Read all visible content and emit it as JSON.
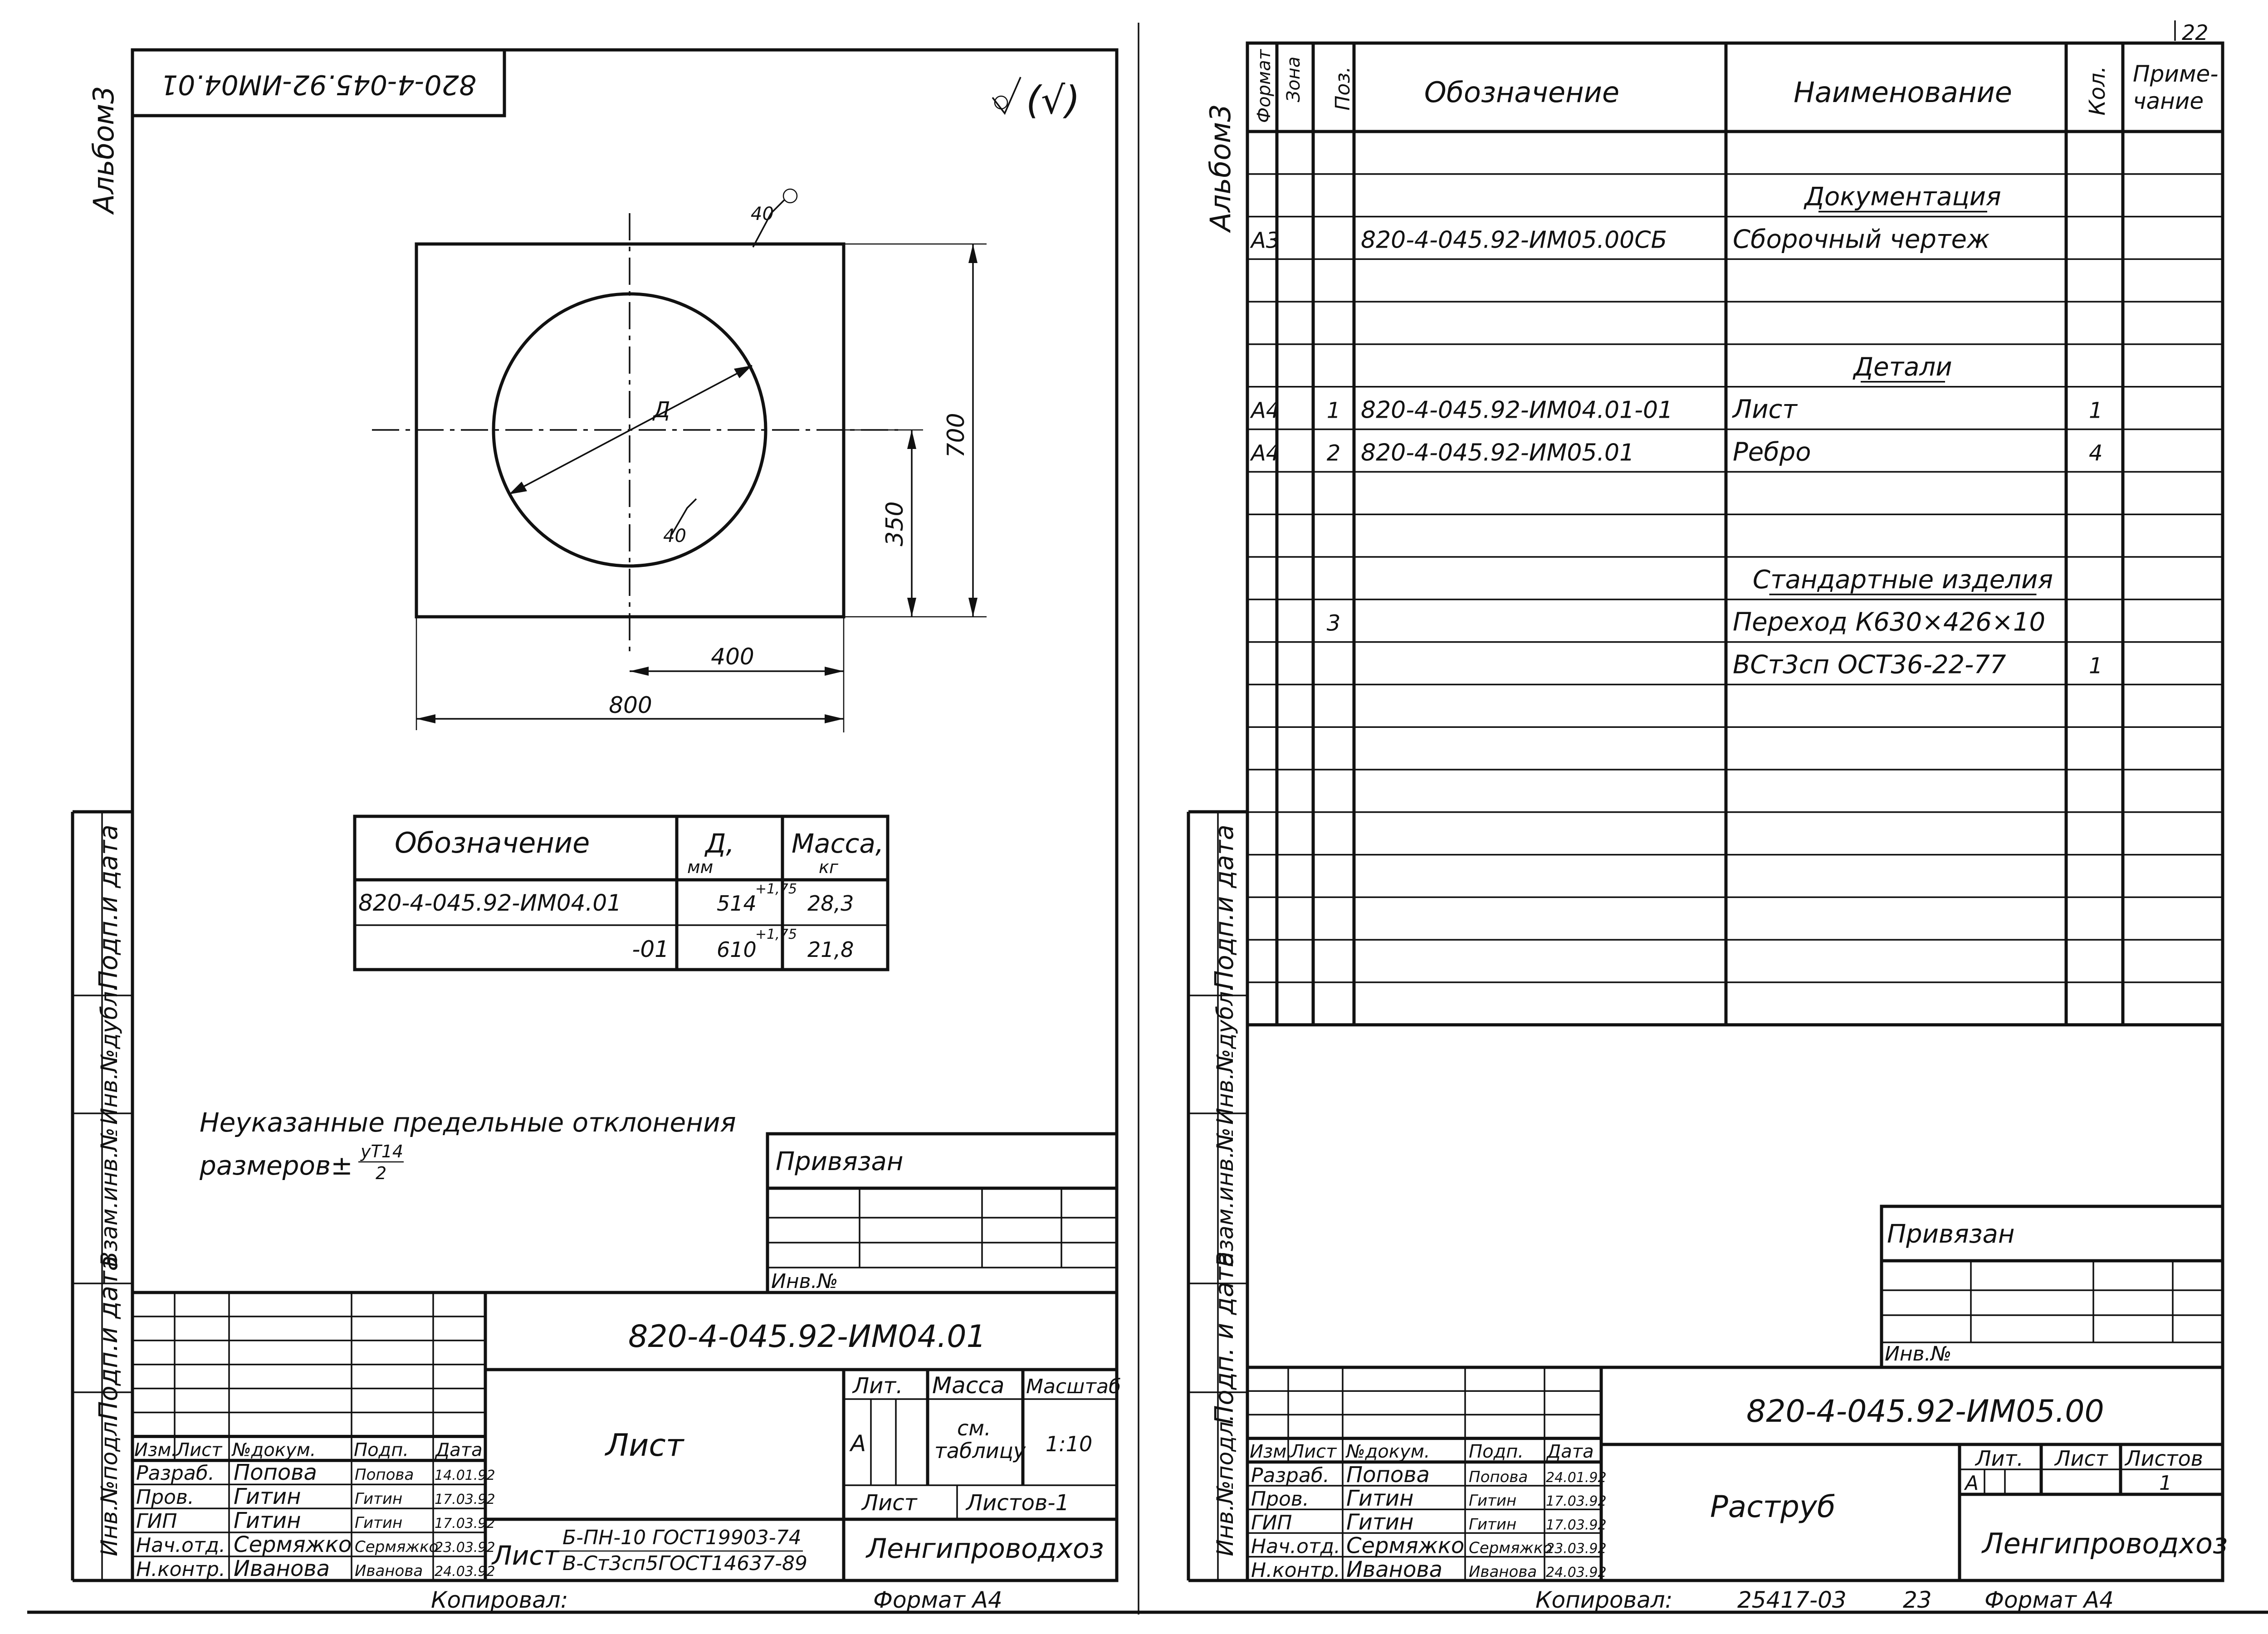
{
  "page_number": "22",
  "album": "Альбом3",
  "side_stamps": {
    "inv_podl": "Инв.№подл.",
    "podp_data_1": "Подп.и дата",
    "vzam_inv": "Взам.инв.№",
    "inv_dubl": "Инв.№дубл.",
    "podp_data_2": "Подп.и дата",
    "podp_data_1_right": "Подп. и дата",
    "vzam_inv_right": "Взам.инв.№",
    "inv_dubl_right": "Инв.№дубл.",
    "podp_data_2_right": "Подп.и дата"
  },
  "left_sheet": {
    "stamp_rotated": "820-4-045.92-ИМ04.01",
    "roughness_mark": "(√)",
    "roughness_40_top": "40",
    "roughness_40_inner": "40",
    "dim_D": "Д",
    "dim_700": "700",
    "dim_350": "350",
    "dim_400": "400",
    "dim_800": "800",
    "table": {
      "headers": {
        "designation": "Обозначение",
        "d": "Д,",
        "d_unit": "мм",
        "mass": "Масса,",
        "mass_unit": "кг"
      },
      "rows": [
        {
          "designation": "820-4-045.92-ИМ04.01",
          "d": "514",
          "tol": "+1,75",
          "mass": "28,3"
        },
        {
          "designation": "-01",
          "d": "610",
          "tol": "+1,75",
          "mass": "21,8"
        }
      ]
    },
    "note_line1": "Неуказанные предельные отклонения",
    "note_line2": "размеров±",
    "note_frac_num": "уТ14",
    "note_frac_den": "2",
    "privyazan": "Привязан",
    "inv_no": "Инв.№",
    "title": {
      "code": "820-4-045.92-ИМ04.01",
      "name": "Лист",
      "material_prefix": "Лист",
      "material_line1": "Б-ПН-10 ГОСТ19903-74",
      "material_line2": "В-Ст3сп5ГОСТ14637-89",
      "lit_label": "Лит.",
      "massa_label": "Масса",
      "masshtab_label": "Масштаб",
      "lit_value": "А",
      "massa_value_1": "см.",
      "massa_value_2": "таблицу",
      "scale_value": "1:10",
      "list_label": "Лист",
      "listov_label": "Листов-1",
      "org": "Ленгипроводхоз",
      "col_headers": [
        "Изм.",
        "Лист",
        "№докум.",
        "Подп.",
        "Дата"
      ],
      "people": [
        {
          "role": "Разраб.",
          "name": "Попова",
          "sign": "Попова",
          "date": "14.01.92"
        },
        {
          "role": "Пров.",
          "name": "Гитин",
          "sign": "Гитин",
          "date": "17.03.92"
        },
        {
          "role": "ГИП",
          "name": "Гитин",
          "sign": "Гитин",
          "date": "17.03.92"
        },
        {
          "role": "Нач.отд.",
          "name": "Сермяжко",
          "sign": "Сермяжко",
          "date": "23.03.92"
        },
        {
          "role": "Н.контр.",
          "name": "Иванова",
          "sign": "Иванова",
          "date": "24.03.92"
        }
      ]
    },
    "copied_by": "Копировал:",
    "format": "Формат А4"
  },
  "right_sheet": {
    "headers": {
      "format": "Формат",
      "zona": "Зона",
      "poz": "Поз.",
      "designation": "Обозначение",
      "name": "Наименование",
      "qty": "Кол.",
      "note_1": "Приме-",
      "note_2": "чание"
    },
    "rows": [
      {
        "row": 2,
        "format": "",
        "poz": "",
        "designation": "",
        "name": "Документация",
        "qty": "",
        "underline": true
      },
      {
        "row": 3,
        "format": "А3",
        "poz": "",
        "designation": "820-4-045.92-ИМ05.00СБ",
        "name": "Сборочный чертеж",
        "qty": ""
      },
      {
        "row": 6,
        "format": "",
        "poz": "",
        "designation": "",
        "name": "Детали",
        "qty": "",
        "underline": true
      },
      {
        "row": 7,
        "format": "А4",
        "poz": "1",
        "designation": "820-4-045.92-ИМ04.01-01",
        "name": "Лист",
        "qty": "1"
      },
      {
        "row": 8,
        "format": "А4",
        "poz": "2",
        "designation": "820-4-045.92-ИМ05.01",
        "name": "Ребро",
        "qty": "4"
      },
      {
        "row": 11,
        "format": "",
        "poz": "",
        "designation": "",
        "name": "Стандартные изделия",
        "qty": "",
        "underline": true
      },
      {
        "row": 12,
        "format": "",
        "poz": "3",
        "designation": "",
        "name": "Переход К630×426×10",
        "qty": ""
      },
      {
        "row": 13,
        "format": "",
        "poz": "",
        "designation": "",
        "name": "ВСт3сп ОСТ36-22-77",
        "qty": "1"
      }
    ],
    "privyazan": "Привязан",
    "inv_no": "Инв.№",
    "title": {
      "code": "820-4-045.92-ИМ05.00",
      "name": "Раструб",
      "lit_label": "Лит.",
      "list_label": "Лист",
      "listov_label": "Листов",
      "lit_value": "А",
      "listov_value": "1",
      "org": "Ленгипроводхоз",
      "col_headers": [
        "Изм.",
        "Лист",
        "№докум.",
        "Подп.",
        "Дата"
      ],
      "people": [
        {
          "role": "Разраб.",
          "name": "Попова",
          "sign": "Попова",
          "date": "24.01.92"
        },
        {
          "role": "Пров.",
          "name": "Гитин",
          "sign": "Гитин",
          "date": "17.03.92"
        },
        {
          "role": "ГИП",
          "name": "Гитин",
          "sign": "Гитин",
          "date": "17.03.92"
        },
        {
          "role": "Нач.отд.",
          "name": "Сермяжко",
          "sign": "Сермяжко",
          "date": "23.03.92"
        },
        {
          "role": "Н.контр.",
          "name": "Иванова",
          "sign": "Иванова",
          "date": "24.03.92"
        }
      ]
    },
    "copied_by": "Копировал:",
    "copy_no": "25417-03",
    "page_ref": "23",
    "format": "Формат А4"
  }
}
